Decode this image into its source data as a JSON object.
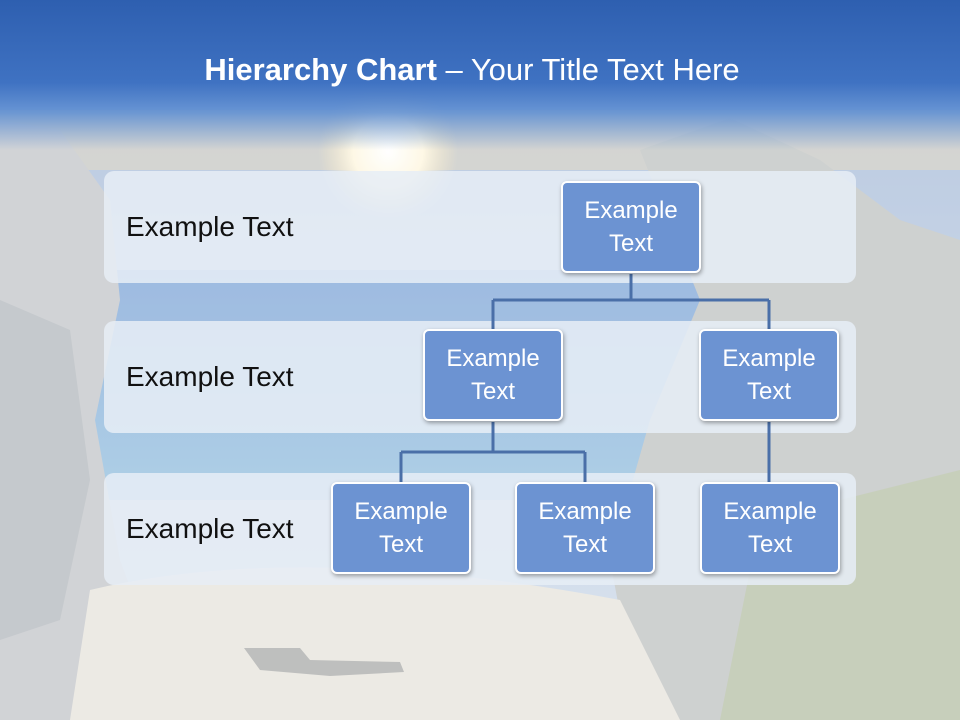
{
  "title": {
    "bold": "Hierarchy Chart",
    "rest": " – Your Title Text Here"
  },
  "levels": [
    {
      "label": "Example Text"
    },
    {
      "label": "Example Text"
    },
    {
      "label": "Example Text"
    }
  ],
  "nodes": {
    "root": "Example\nText",
    "level2_left": "Example\nText",
    "level2_right": "Example\nText",
    "level3_left": "Example\nText",
    "level3_middle": "Example\nText",
    "level3_right": "Example\nText"
  },
  "colors": {
    "title_bar": "#3f72c2",
    "node_fill": "#6c93d2",
    "node_border": "#ffffff",
    "connector": "#4a6fa8",
    "band_fill": "#e6edf6"
  }
}
